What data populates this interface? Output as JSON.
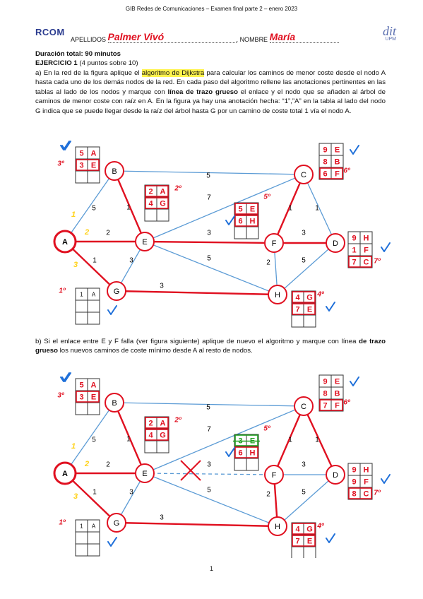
{
  "header": {
    "course_line": "GIB Redes de Comunicaciones – Examen final parte 2 – enero 2023",
    "logo_text": "RCOM",
    "apellidos_label": "APELLIDOS",
    "apellidos_value": "Palmer Vivó",
    "nombre_label": "NOMBRE",
    "nombre_value": "María",
    "dit_logo": "dit",
    "upm_logo": "UPM"
  },
  "intro": {
    "duration": "Duración total: 90 minutos",
    "exercise_title": "EJERCICIO 1",
    "exercise_points": "(4 puntos sobre 10)"
  },
  "part_a": {
    "t1": "a) En la red de la figura aplique el ",
    "highlight": "algoritmo de Dijkstra",
    "t2": " para calcular los caminos de menor coste desde el nodo A hasta cada uno de los demás nodos de la red. En cada paso del algoritmo rellene las anotaciones pertinentes en las tablas al lado de los nodos y marque con ",
    "bold": "línea de trazo grueso",
    "t3": " el enlace y el nodo que se añaden al árbol de caminos de menor coste con raíz en A. En la figura ya hay una anotación hecha: “1”,”A” en la tabla al lado del nodo G indica que se puede llegar desde la raíz del árbol hasta G por un camino de coste total 1 vía el nodo A."
  },
  "part_b": {
    "t1": "b) Si el enlace entre E y F falla (ver figura siguiente) aplique de nuevo el algoritmo y marque con línea ",
    "bold": "de trazo grueso",
    "t2": " los nuevos caminos de coste mínimo desde A al resto de nodos."
  },
  "graph": {
    "nodes": [
      "A",
      "B",
      "C",
      "D",
      "E",
      "F",
      "G",
      "H"
    ],
    "link_costs": {
      "AB": "5",
      "AE": "2",
      "AG": "1",
      "BE": "1",
      "BC": "5",
      "EC": "7",
      "EF": "3",
      "EG": "3",
      "EH": "5",
      "CF": "1",
      "CD": "1",
      "FD": "3",
      "FH": "2",
      "HD": "5",
      "GH": "3"
    },
    "preset_cell": [
      "1",
      "A"
    ]
  },
  "annotations_a": {
    "B": {
      "rows": [
        [
          "5",
          "A"
        ],
        [
          "3",
          "E"
        ]
      ],
      "order": "3º"
    },
    "E": {
      "rows": [
        [
          "2",
          "A"
        ],
        [
          "4",
          "G"
        ]
      ],
      "order": "2º"
    },
    "F": {
      "rows": [
        [
          "5",
          "E"
        ],
        [
          "6",
          "H"
        ]
      ],
      "order": "5º"
    },
    "C": {
      "rows": [
        [
          "9",
          "E"
        ],
        [
          "8",
          "B"
        ],
        [
          "6",
          "F"
        ]
      ],
      "order": "6º"
    },
    "D": {
      "rows": [
        [
          "9",
          "H"
        ],
        [
          "1",
          "F"
        ],
        [
          "7",
          "C"
        ]
      ],
      "order": "7º"
    },
    "H": {
      "rows": [
        [
          "4",
          "G"
        ],
        [
          "7",
          "E"
        ]
      ],
      "order": "4º"
    },
    "G": {
      "order": "1º"
    },
    "edge_order": {
      "AB": "1",
      "AE": "2",
      "AG": "3"
    }
  },
  "annotations_b": {
    "B": {
      "rows": [
        [
          "5",
          "A"
        ],
        [
          "3",
          "E"
        ]
      ],
      "order": "3º"
    },
    "E": {
      "rows": [
        [
          "2",
          "A"
        ],
        [
          "4",
          "G"
        ]
      ],
      "order": "2º"
    },
    "F": {
      "rows": [
        [
          "3",
          "E"
        ],
        [
          "6",
          "H"
        ]
      ],
      "order": "5º"
    },
    "C": {
      "rows": [
        [
          "9",
          "E"
        ],
        [
          "8",
          "B"
        ],
        [
          "7",
          "F"
        ]
      ],
      "order": "6º"
    },
    "D": {
      "rows": [
        [
          "9",
          "H"
        ],
        [
          "9",
          "F"
        ],
        [
          "8",
          "C"
        ]
      ],
      "order": "7º"
    },
    "H": {
      "rows": [
        [
          "4",
          "G"
        ],
        [
          "7",
          "E"
        ]
      ],
      "order": "4º"
    },
    "G": {
      "order": "1º"
    },
    "edge_order": {
      "AB": "1",
      "AE": "2",
      "AG": "3"
    }
  },
  "colors": {
    "red": "#e01020",
    "blue": "#5b9bd5",
    "yellow": "#ffd21a",
    "green": "#20a020",
    "check": "#1e6fd9"
  },
  "page_number": "1"
}
